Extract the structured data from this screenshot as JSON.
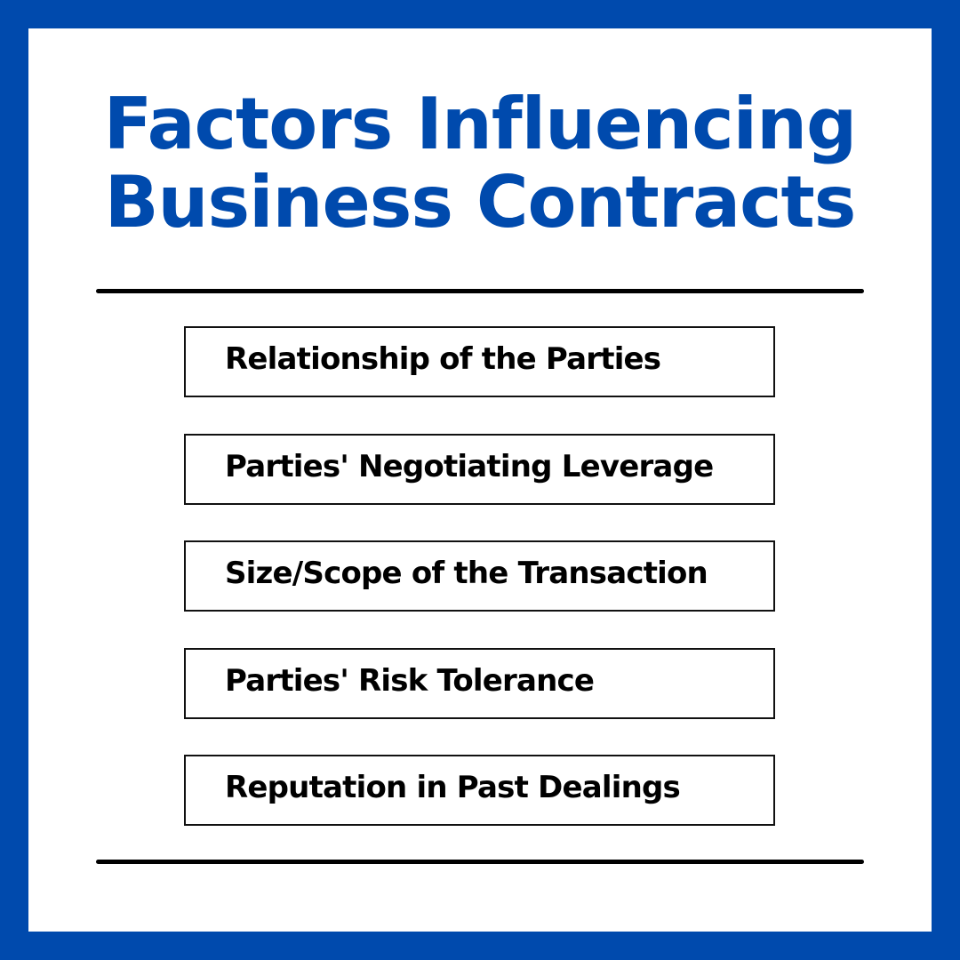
{
  "colors": {
    "brand_blue": "#004aad",
    "text_black": "#000000",
    "background": "#ffffff"
  },
  "header": {
    "title_line1": "Factors Influencing",
    "title_line2": "Business Contracts"
  },
  "factors": {
    "items": [
      {
        "label": "Relationship of the Parties"
      },
      {
        "label": "Parties' Negotiating Leverage"
      },
      {
        "label": "Size/Scope of the Transaction"
      },
      {
        "label": "Parties' Risk Tolerance"
      },
      {
        "label": "Reputation in Past Dealings"
      }
    ]
  }
}
